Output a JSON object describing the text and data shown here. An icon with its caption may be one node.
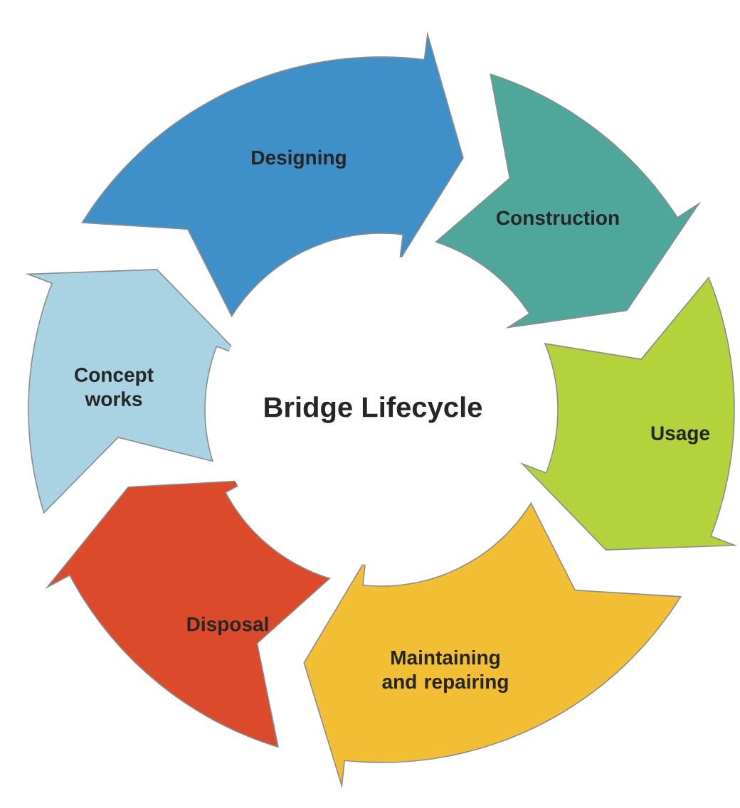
{
  "diagram": {
    "nodes": [
      {
        "text": [
          "Designing"
        ]
      },
      {
        "text": [
          "Construction"
        ]
      },
      {
        "text": [
          "Usage"
        ]
      },
      {
        "text": [
          "Maintaining and repairing"
        ]
      },
      {
        "text": [
          "Disposal"
        ]
      },
      {
        "text": [
          "Concept works"
        ]
      },
      {
        "text": [
          "Bridge Lifecycle"
        ]
      }
    ]
  }
}
